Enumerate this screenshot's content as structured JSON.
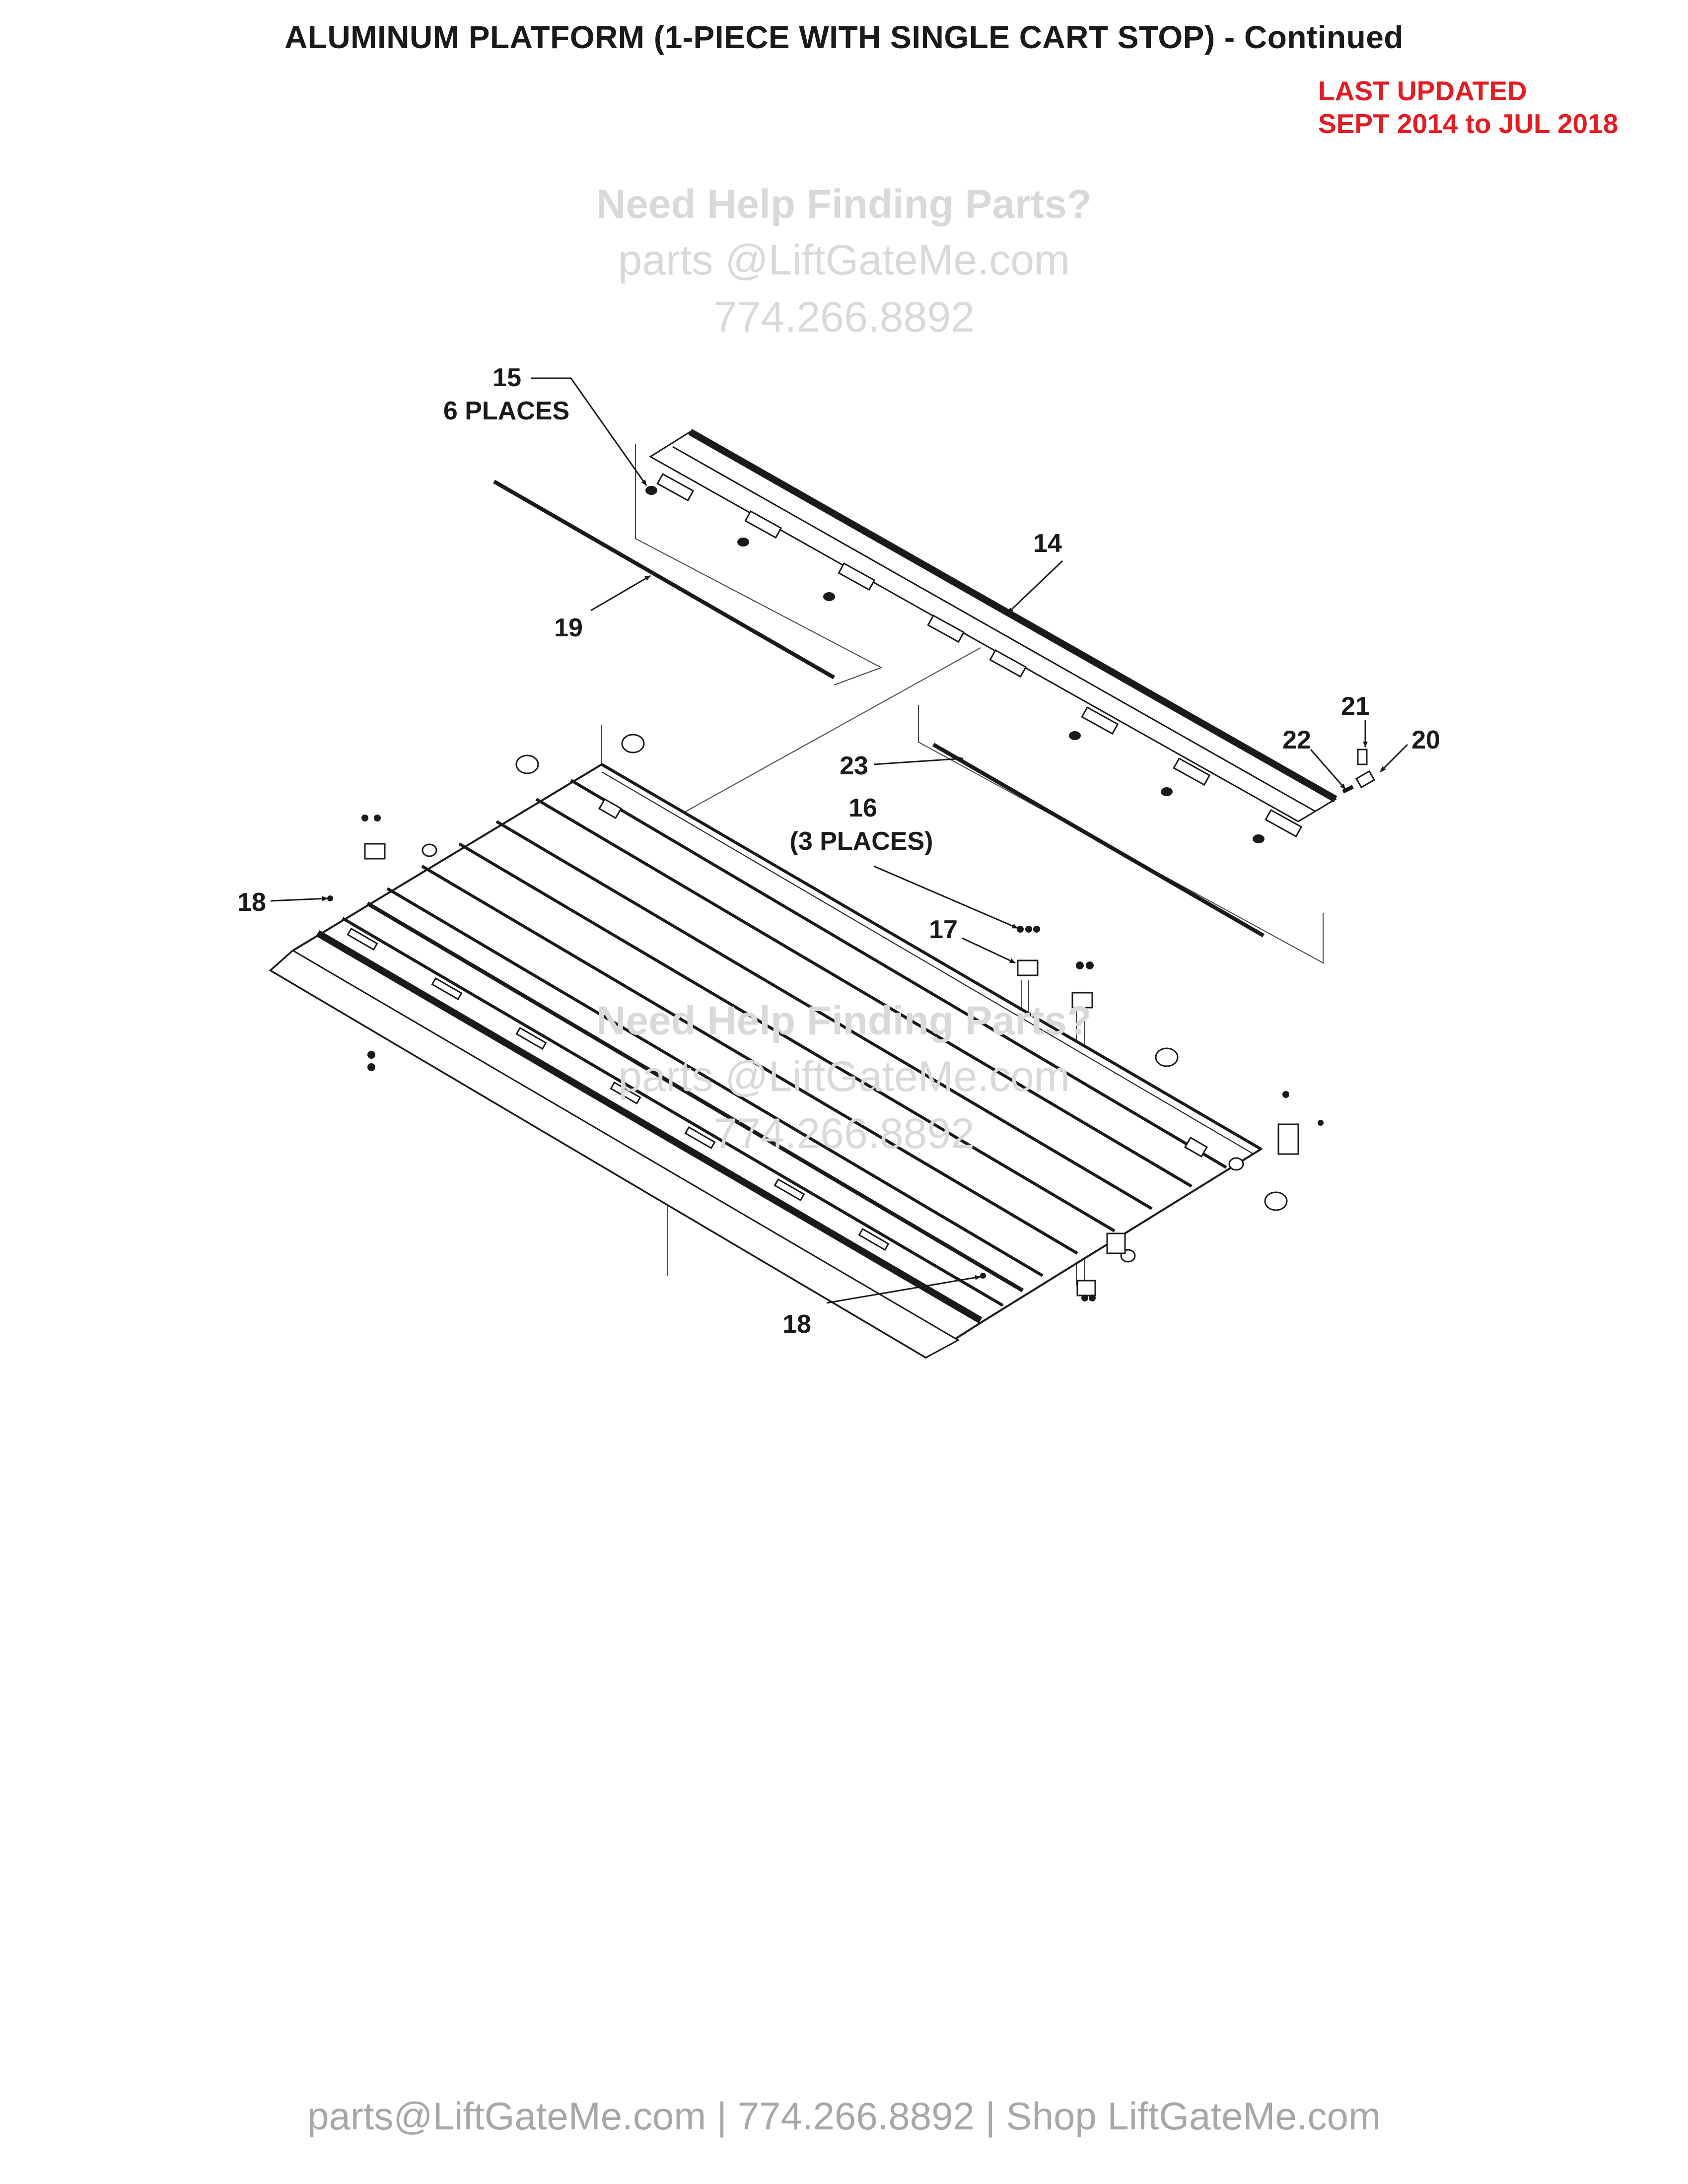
{
  "header": {
    "title": "ALUMINUM PLATFORM (1-PIECE WITH SINGLE CART STOP) - Continued",
    "last_updated_label": "LAST UPDATED",
    "last_updated_range": "SEPT 2014 to JUL 2018",
    "accent_color": "#e31b23"
  },
  "watermark": {
    "line1": "Need Help Finding Parts?",
    "line2": "parts @LiftGateMe.com",
    "line3": "774.266.8892",
    "color": "#d9d9d9"
  },
  "callouts": {
    "c15": "15",
    "c15_qty": "6 PLACES",
    "c14": "14",
    "c19": "19",
    "c21": "21",
    "c22": "22",
    "c20": "20",
    "c23": "23",
    "c16": "16",
    "c16_qty": "(3 PLACES)",
    "c17": "17",
    "c18_top": "18",
    "c18_bottom": "18"
  },
  "footer": {
    "text": "parts@LiftGateMe.com | 774.266.8892 | Shop LiftGateMe.com"
  }
}
